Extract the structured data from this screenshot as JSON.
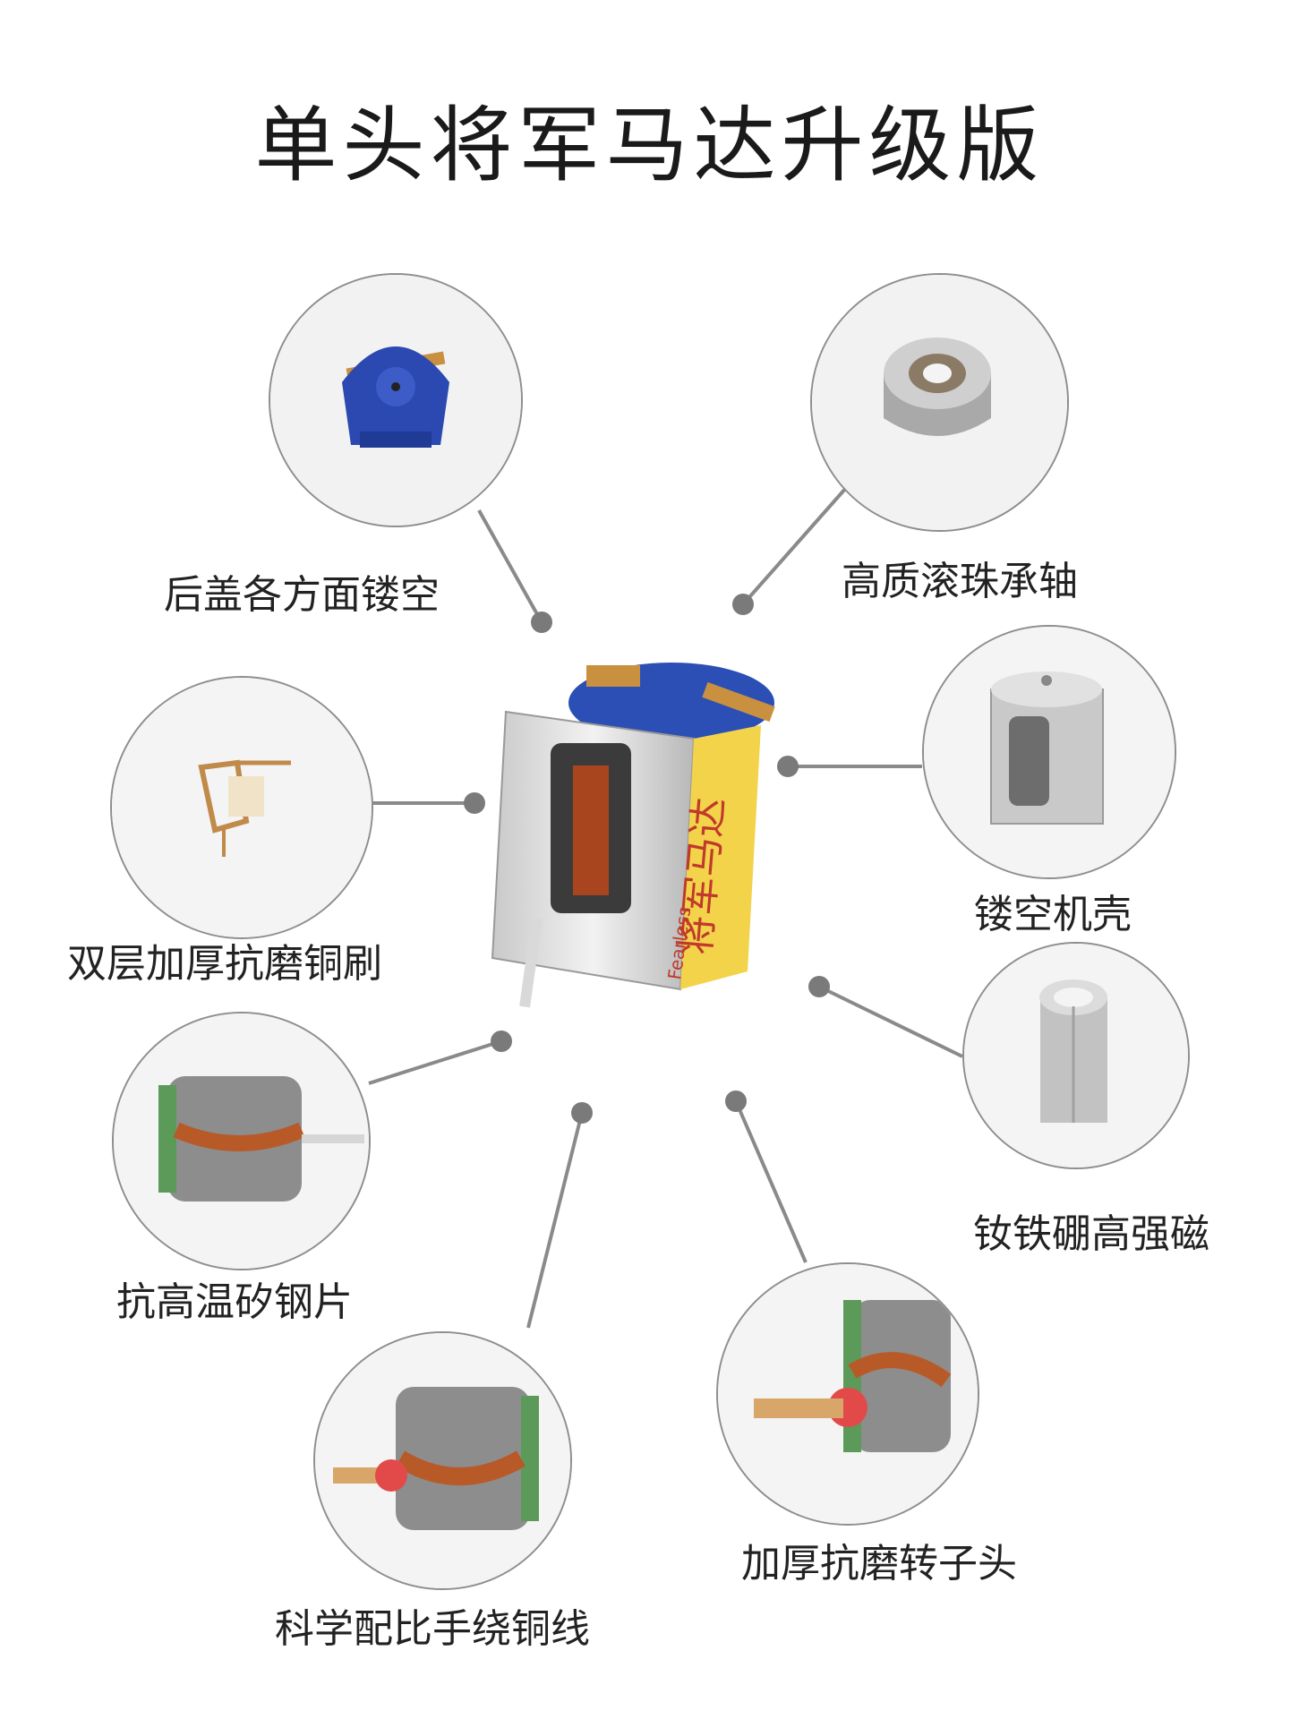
{
  "title": "单头将军马达升级版",
  "motor": {
    "sticker_text": "将军马达",
    "brand_text": "Fearless"
  },
  "features": [
    {
      "id": "rear-cover",
      "label": "后盖各方面镂空",
      "icon": "blue-rear-cover"
    },
    {
      "id": "ball-bearing",
      "label": "高质滚珠承轴",
      "icon": "ball-bearing"
    },
    {
      "id": "copper-brush",
      "label": "双层加厚抗磨铜刷",
      "icon": "copper-brush"
    },
    {
      "id": "hollow-case",
      "label": "镂空机壳",
      "icon": "metal-case"
    },
    {
      "id": "ndfeb-magnet",
      "label": "钕铁硼高强磁",
      "icon": "magnet"
    },
    {
      "id": "silicon-steel",
      "label": "抗高温矽钢片",
      "icon": "armature-steel"
    },
    {
      "id": "copper-winding",
      "label": "科学配比手绕铜线",
      "icon": "armature-winding"
    },
    {
      "id": "rotor-head",
      "label": "加厚抗磨转子头",
      "icon": "armature-commutator"
    }
  ],
  "colors": {
    "line": "#8a8a8a",
    "dot": "#7a7a7a",
    "text": "#222222"
  }
}
